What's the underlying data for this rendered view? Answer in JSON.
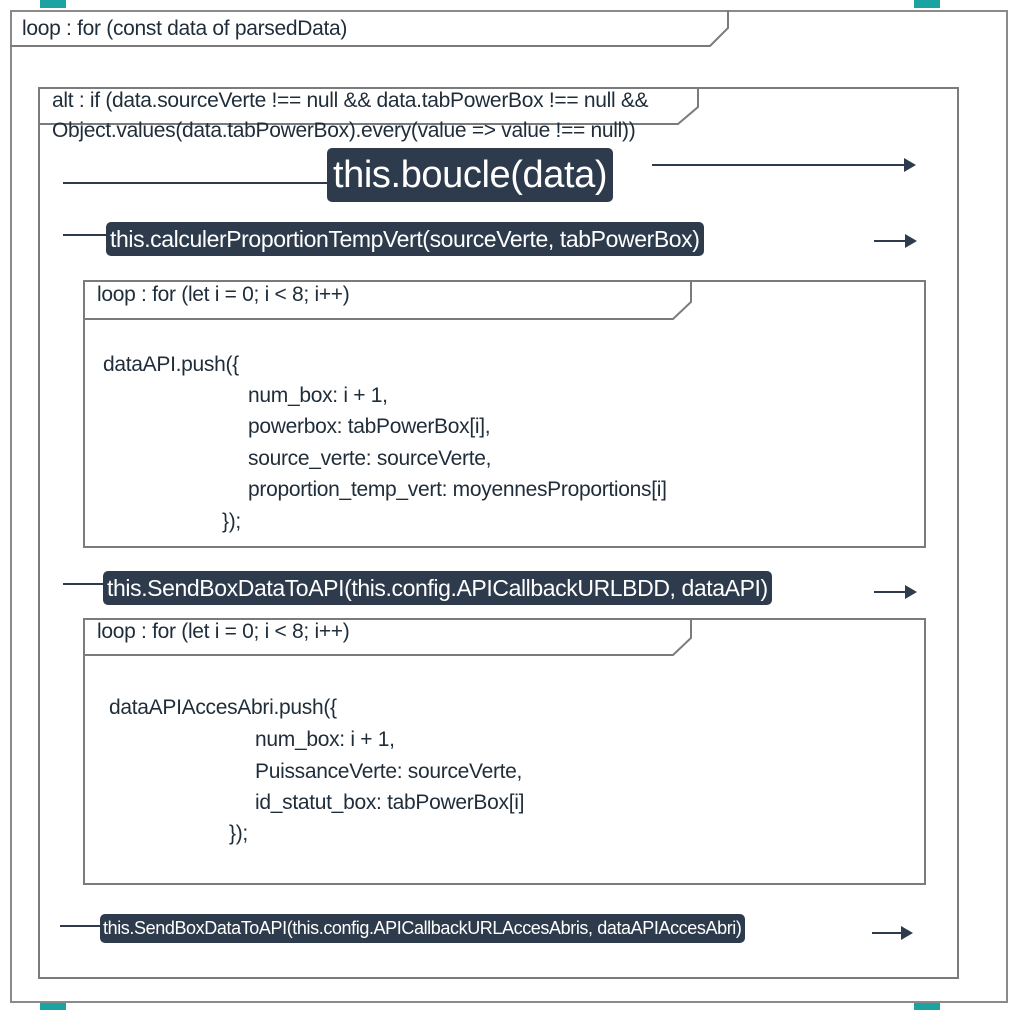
{
  "colors": {
    "call_bg": "#2e3b4d",
    "frame": "#7b7b7b",
    "marker": "#1aa3a0"
  },
  "outer_loop": {
    "label": "loop : for (const data of parsedData)"
  },
  "alt": {
    "label_line1": "alt : if (data.sourceVerte !== null && data.tabPowerBox !== null &&",
    "label_line2": "Object.values(data.tabPowerBox).every(value => value !== null))"
  },
  "calls": {
    "boucle": "this.boucle(data)",
    "calculer": "this.calculerProportionTempVert(sourceVerte, tabPowerBox)",
    "send_bdd": "this.SendBoxDataToAPI(this.config.APICallbackURLBDD, dataAPI)",
    "send_abris": "this.SendBoxDataToAPI(this.config.APICallbackURLAccesAbris, dataAPIAccesAbri)"
  },
  "loop1": {
    "label": "loop : for (let i = 0; i < 8; i++)",
    "code": [
      "dataAPI.push({",
      "num_box: i + 1,",
      "powerbox: tabPowerBox[i],",
      "source_verte: sourceVerte,",
      "proportion_temp_vert: moyennesProportions[i]",
      "});"
    ]
  },
  "loop2": {
    "label": "loop : for (let i = 0; i < 8; i++)",
    "code": [
      "dataAPIAccesAbri.push({",
      "num_box: i + 1,",
      "PuissanceVerte: sourceVerte,",
      "id_statut_box: tabPowerBox[i]",
      "});"
    ]
  }
}
